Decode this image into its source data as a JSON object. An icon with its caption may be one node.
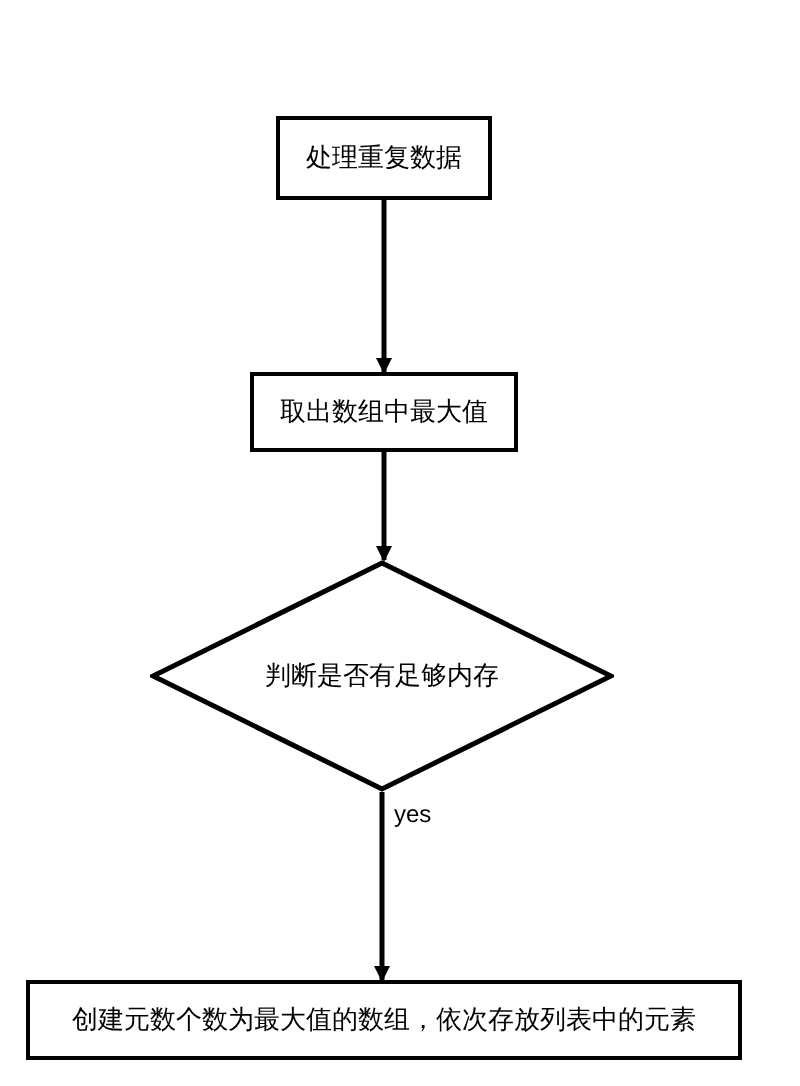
{
  "diagram": {
    "nodes": [
      {
        "text": [
          "处理重复数据"
        ]
      },
      {
        "text": [
          "取出数组中最大值"
        ]
      },
      {
        "text": [
          "判断是否有足够内存"
        ]
      },
      {
        "text": [
          "创建元数个数为最大值的数组，依次存放列表中的元素"
        ]
      }
    ],
    "edges": [
      {
        "from": 0,
        "to": 1,
        "arrow": "to"
      },
      {
        "from": 1,
        "to": 2,
        "arrow": "to"
      },
      {
        "from": 2,
        "to": 3,
        "arrow": "to",
        "label": "yes"
      }
    ]
  }
}
